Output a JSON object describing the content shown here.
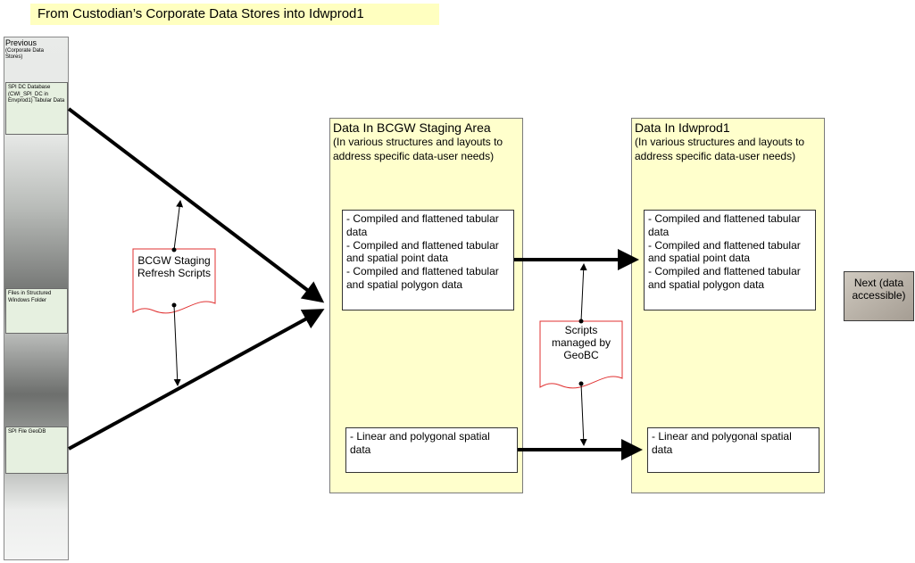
{
  "title": "From Custodian’s Corporate Data Stores into Idwprod1",
  "previous": {
    "title": "Previous",
    "subtitle": "(Corporate Data Stores)",
    "sources": [
      {
        "label": "SPI DC Database (CWI_SPI_DC in Envprod1) Tabular Data"
      },
      {
        "label": "Files in Structured Windows Folder"
      },
      {
        "label": "SPI File GeoDB"
      }
    ]
  },
  "staging": {
    "title": "Data In BCGW Staging Area",
    "subtitle": "(In various structures and layouts to address specific data-user needs)",
    "list": [
      "- Compiled and flattened tabular data",
      "- Compiled and flattened tabular and spatial point data",
      "- Compiled and flattened tabular and spatial polygon data"
    ],
    "spatial": "- Linear and polygonal  spatial data"
  },
  "idwprod": {
    "title": "Data In Idwprod1",
    "subtitle": "(In various structures and layouts to address specific data-user needs)",
    "list": [
      "- Compiled and flattened tabular data",
      "- Compiled and flattened tabular and spatial point data",
      "- Compiled and flattened tabular and spatial polygon data"
    ],
    "spatial": "- Linear and polygonal  spatial data"
  },
  "scripts": {
    "refresh": "BCGW Staging Refresh Scripts",
    "geobc": "Scripts managed by GeoBC"
  },
  "next": {
    "label": "Next (data accessible)"
  },
  "colors": {
    "title_bg": "#ffffc0",
    "panel_bg": "#ffffcc",
    "script_border": "#e03030",
    "source_bg": "#e6f0e0"
  }
}
